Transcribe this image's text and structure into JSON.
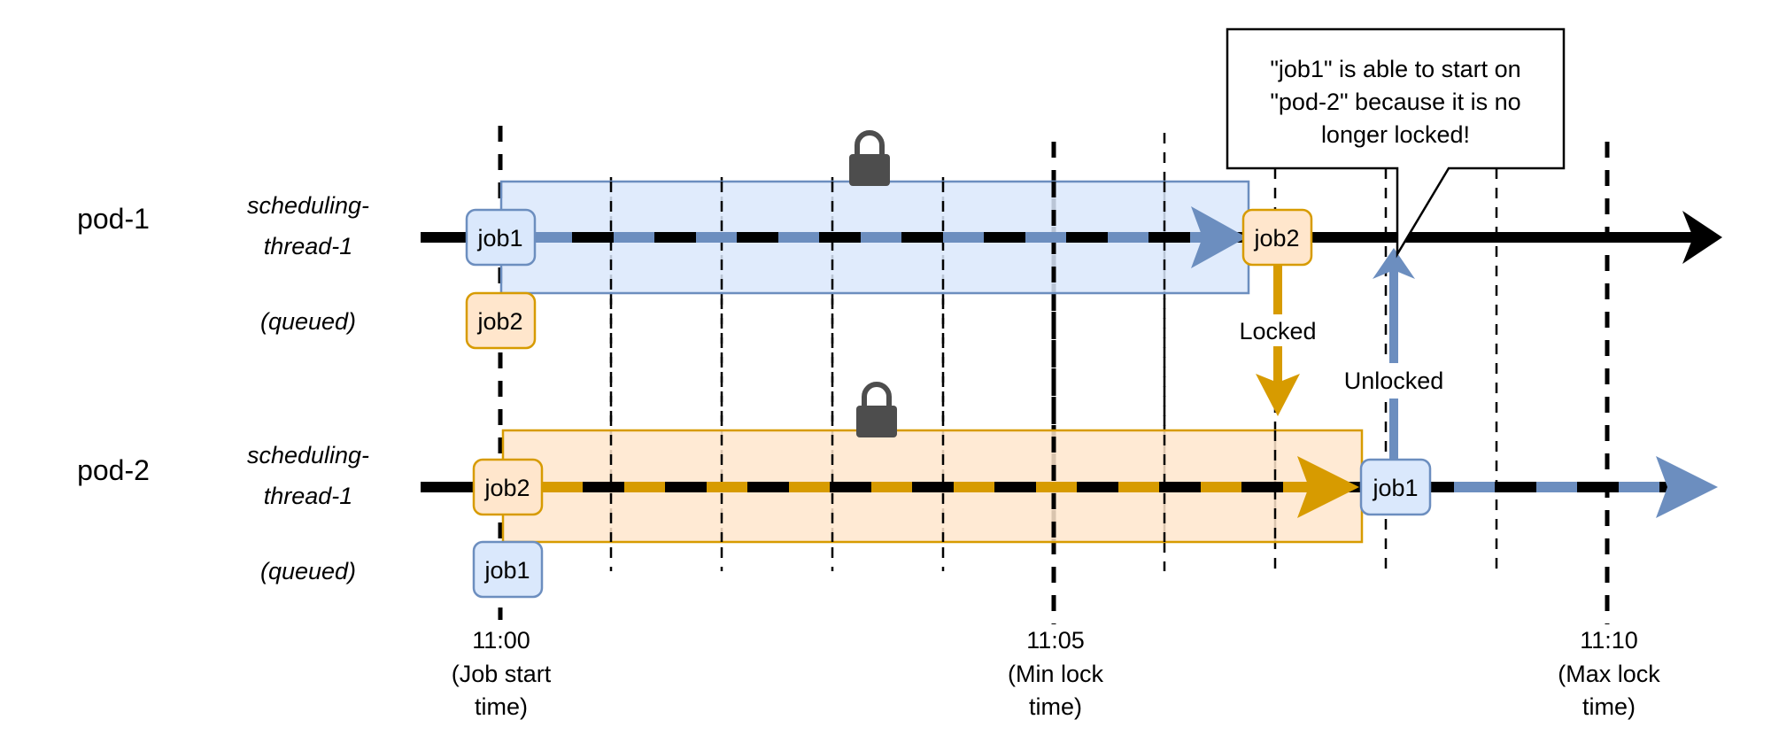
{
  "rows": [
    {
      "pod": "pod-1",
      "thread_line1": "scheduling-",
      "thread_line2": "thread-1",
      "queued_label": "(queued)",
      "running_job": "job1",
      "queued_job": "job2",
      "next_job": "job2",
      "lock_color": "#dae8fc",
      "lock_border": "#6c8ebf"
    },
    {
      "pod": "pod-2",
      "thread_line1": "scheduling-",
      "thread_line2": "thread-1",
      "queued_label": "(queued)",
      "running_job": "job2",
      "queued_job": "job1",
      "next_job": "job1",
      "lock_color": "#ffe6cc",
      "lock_border": "#d79b00"
    }
  ],
  "arrows": {
    "locked_label": "Locked",
    "unlocked_label": "Unlocked"
  },
  "callout": {
    "line1": "\"job1\" is able to start on",
    "line2": "\"pod-2\" because it is no",
    "line3": "longer locked!"
  },
  "time_axis": [
    {
      "time": "11:00",
      "note_line1": "(Job start",
      "note_line2": "time)"
    },
    {
      "time": "11:05",
      "note_line1": "(Min lock",
      "note_line2": "time)"
    },
    {
      "time": "11:10",
      "note_line1": "(Max lock",
      "note_line2": "time)"
    }
  ],
  "icons": {
    "lock": "lock-icon"
  },
  "colors": {
    "blue_fill": "#dae8fc",
    "blue_stroke": "#6c8ebf",
    "orange_fill": "#ffe6cc",
    "orange_stroke": "#d79b00",
    "timeline": "#000000",
    "lock_icon": "#4d4d4d"
  }
}
